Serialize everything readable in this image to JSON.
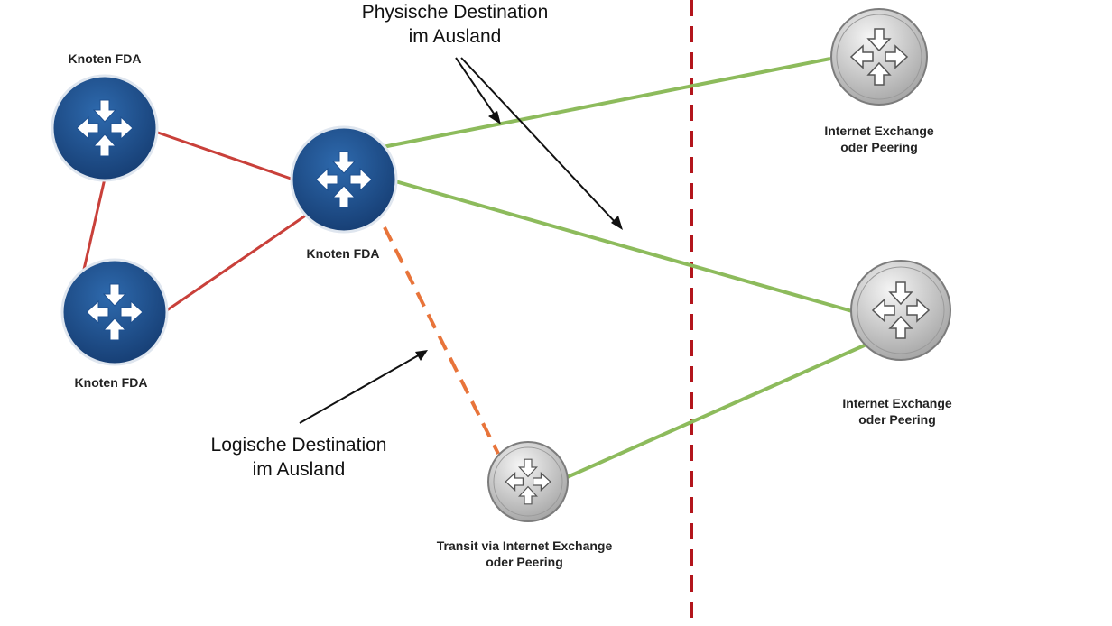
{
  "diagram": {
    "colors": {
      "fda_router": "#1d4f8f",
      "exchange_router": "#d8d8d8",
      "internal_link": "#c9403a",
      "external_link": "#8dbb5c",
      "logical_link": "#e8743a",
      "border": "#b3151c",
      "arrow": "#111111"
    },
    "labels": {
      "node_top_left": "Knoten FDA",
      "node_center": "Knoten FDA",
      "node_bottom_left": "Knoten FDA",
      "ix_top_line1": "Internet Exchange",
      "ix_top_line2": "oder Peering",
      "ix_right_line1": "Internet Exchange",
      "ix_right_line2": "oder Peering",
      "transit_line1": "Transit via Internet Exchange",
      "transit_line2": "oder Peering",
      "physical_line1": "Physische Destination",
      "physical_line2": "im Ausland",
      "logical_line1": "Logische Destination",
      "logical_line2": "im Ausland"
    },
    "icons": {
      "fda_router": "router-icon",
      "exchange_router": "router-icon"
    }
  }
}
